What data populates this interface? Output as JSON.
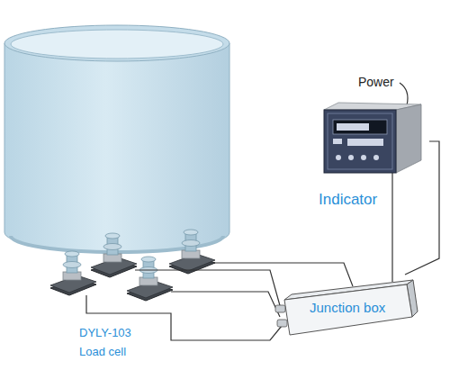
{
  "diagram": {
    "nodes": [
      {
        "text": [
          "Indicator"
        ]
      },
      {
        "text": [
          "Junction box"
        ]
      }
    ],
    "edges": [
      {
        "from": 1,
        "to": 0,
        "arrow": "none"
      }
    ],
    "labels": [
      "Power",
      "DYLY-103 Load cell"
    ]
  }
}
